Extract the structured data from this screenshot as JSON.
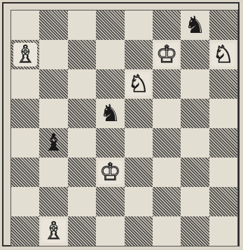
{
  "board": {
    "files": [
      "a",
      "b",
      "c",
      "d",
      "e",
      "f",
      "g",
      "h"
    ],
    "ranks": [
      8,
      7,
      6,
      5,
      4,
      3,
      2,
      1
    ],
    "pieces": [
      {
        "square": "g8",
        "color": "black",
        "type": "knight",
        "symbol": "♞",
        "icon": "black-knight-icon"
      },
      {
        "square": "a7",
        "color": "white",
        "type": "bishop",
        "symbol": "♗",
        "icon": "white-bishop-icon"
      },
      {
        "square": "f7",
        "color": "white",
        "type": "king",
        "symbol": "♔",
        "icon": "white-king-icon"
      },
      {
        "square": "h7",
        "color": "white",
        "type": "knight",
        "symbol": "♘",
        "icon": "white-knight-icon"
      },
      {
        "square": "e6",
        "color": "white",
        "type": "knight",
        "symbol": "♘",
        "icon": "white-knight-icon"
      },
      {
        "square": "d5",
        "color": "black",
        "type": "knight",
        "symbol": "♞",
        "icon": "black-knight-icon"
      },
      {
        "square": "b4",
        "color": "black",
        "type": "bishop",
        "symbol": "♝",
        "icon": "black-bishop-icon"
      },
      {
        "square": "d3",
        "color": "white",
        "type": "king",
        "symbol": "♔",
        "icon": "white-king-icon"
      },
      {
        "square": "b1",
        "color": "white",
        "type": "bishop",
        "symbol": "♗",
        "icon": "white-bishop-icon"
      }
    ]
  },
  "colors": {
    "light_square": "#e3ded2",
    "dark_square_hatch": "#3a3a3a",
    "frame": "#2c2c2c"
  }
}
